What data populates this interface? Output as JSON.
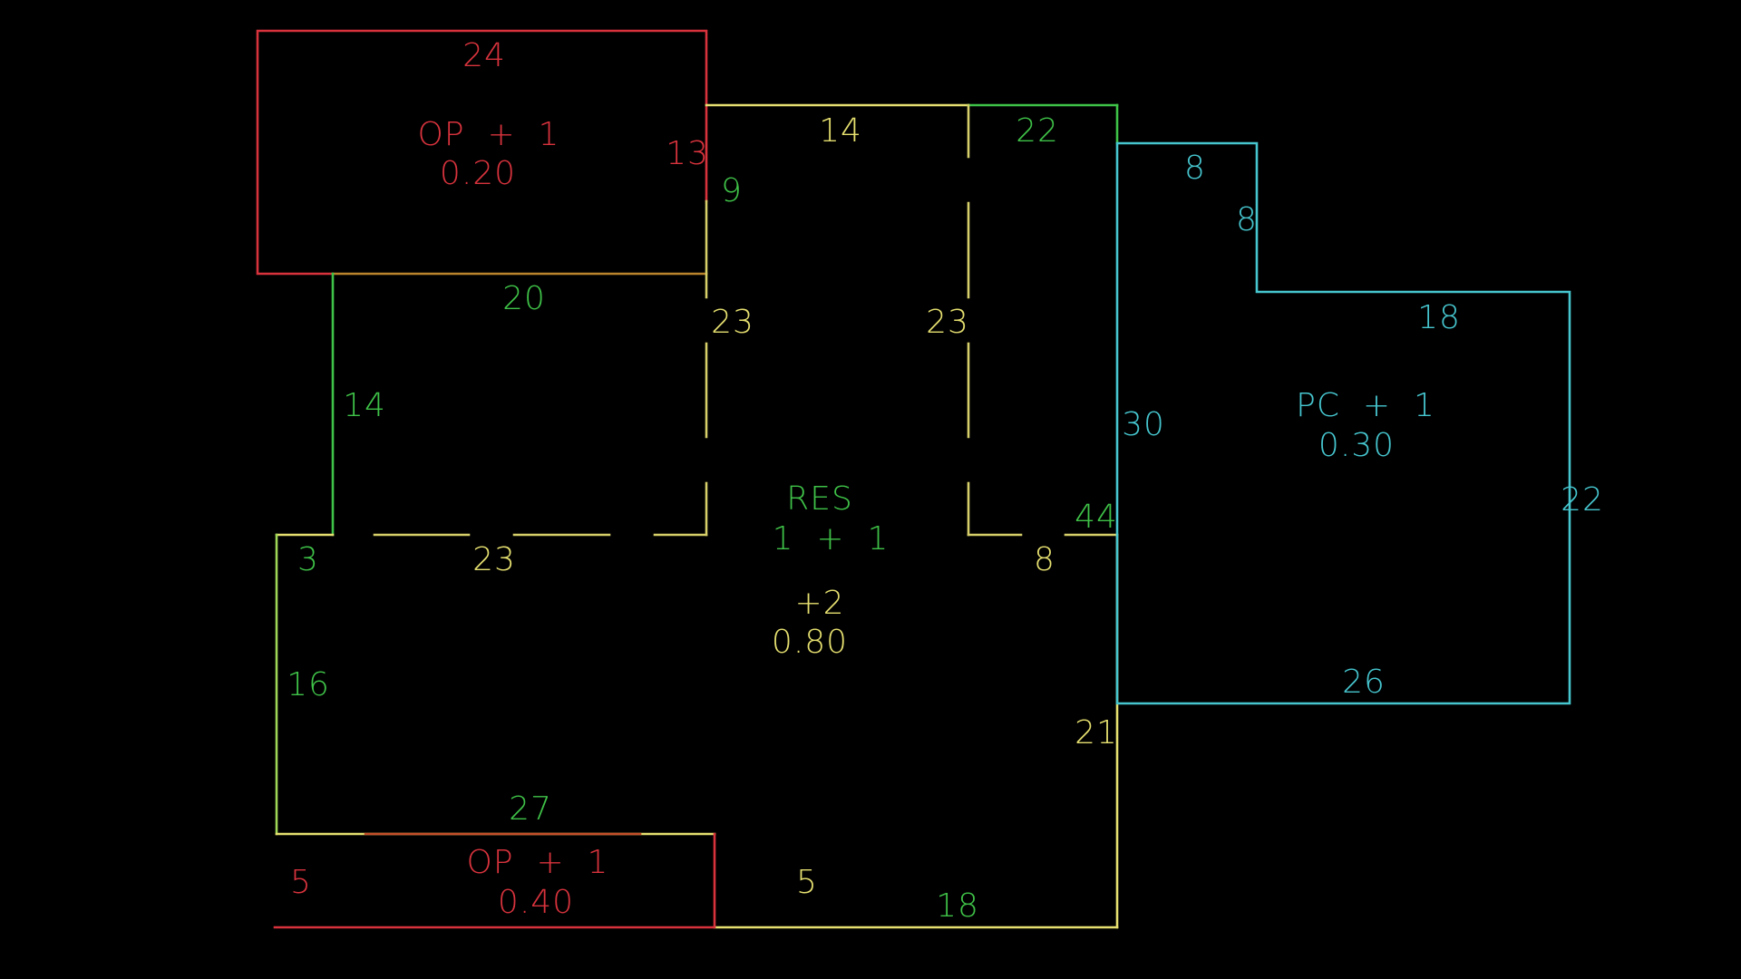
{
  "sketch": {
    "title": "Building sketch",
    "colors": {
      "op": "#d8333d",
      "res_yellow": "#e6e070",
      "res_green": "#3fc248",
      "pc": "#46c6cf",
      "background": "#000000"
    },
    "areas": {
      "op_top": {
        "code": "OP  +  1",
        "factor": "0.20"
      },
      "res": {
        "code": "RES",
        "line2": "1  +  1",
        "extra": "+2",
        "factor": "0.80"
      },
      "op_bottom": {
        "code": "OP  +  1",
        "factor": "0.40"
      },
      "pc": {
        "code": "PC  +  1",
        "factor": "0.30"
      }
    },
    "dimensions": {
      "op_top_width": "24",
      "op_top_side": "13",
      "res_top_left": "14",
      "res_top_right": "22",
      "res_side_9": "9",
      "res_20": "20",
      "res_23_left_vert": "23",
      "res_23_right_vert": "23",
      "res_14_vert": "14",
      "res_44": "44",
      "res_3": "3",
      "res_23_horiz": "23",
      "res_8": "8",
      "res_16": "16",
      "res_21": "21",
      "res_27": "27",
      "op_bottom_5_left": "5",
      "op_bottom_5_right": "5",
      "res_18_bottom": "18",
      "pc_8_top": "8",
      "pc_8_side": "8",
      "pc_18": "18",
      "pc_30": "30",
      "pc_22": "22",
      "pc_26": "26"
    }
  }
}
